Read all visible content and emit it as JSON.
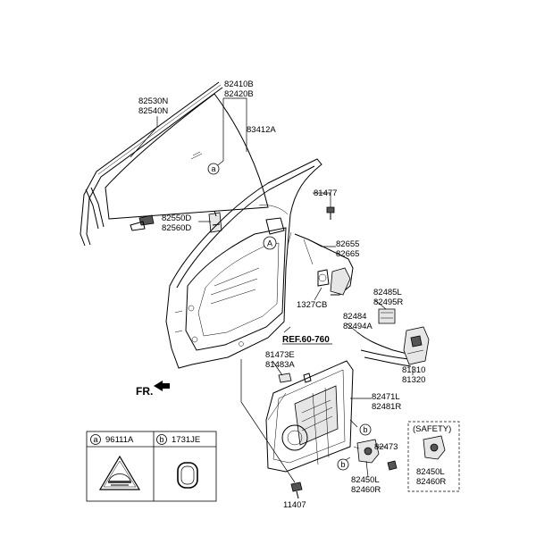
{
  "labels": {
    "p82530": "82530N",
    "p82540": "82540N",
    "p82410": "82410B",
    "p82420": "82420B",
    "p83412": "83412A",
    "p82550": "82550D",
    "p82560": "82560D",
    "p81477": "81477",
    "p82655": "82655",
    "p82665": "82665",
    "p1327": "1327CB",
    "p82485": "82485L",
    "p82495": "82495R",
    "p82484": "82484",
    "p82494": "82494A",
    "ref": "REF.60-760",
    "p81473": "81473E",
    "p81483": "81483A",
    "p81310": "81310",
    "p81320": "81320",
    "p82471": "82471L",
    "p82481": "82481R",
    "p82473": "82473",
    "p82450": "82450L",
    "p82460": "82460R",
    "p82450s": "82450L",
    "p82460s": "82460R",
    "safety": "(SAFETY)",
    "p11407": "11407",
    "fr": "FR."
  },
  "callouts": {
    "a": "a",
    "b": "b",
    "A": "A"
  },
  "legend": {
    "a_code": "96111A",
    "b_code": "1731JE",
    "a_key": "a",
    "b_key": "b"
  }
}
